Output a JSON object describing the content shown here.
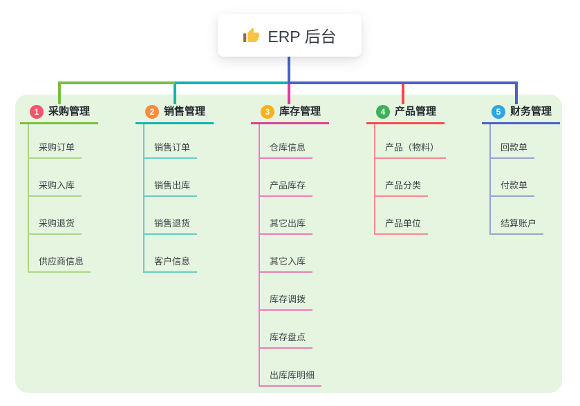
{
  "root": {
    "label": "ERP 后台",
    "icon": "thumbs-up-icon"
  },
  "colors": {
    "canvas_bg": "#ffffff",
    "panel_bg": "#e5f5e0",
    "root_connector": "#4b60c9",
    "root_text": "#363b46",
    "title_text": "#24282f",
    "child_text": "#3c4147",
    "thumb_yellow": "#f6c445",
    "thumb_cuff": "#8d6e3f"
  },
  "branches": [
    {
      "number": "1",
      "key": "purchase",
      "title": "采购管理",
      "badge_color": "#f4536b",
      "line_color": "#7cbd3f",
      "child_line_color": "#a9d785",
      "children": [
        "采购订单",
        "采购入库",
        "采购退货",
        "供应商信息"
      ]
    },
    {
      "number": "2",
      "key": "sales",
      "title": "销售管理",
      "badge_color": "#f98c3e",
      "line_color": "#14b3af",
      "child_line_color": "#68cdc7",
      "children": [
        "销售订单",
        "销售出库",
        "销售退货",
        "客户信息"
      ]
    },
    {
      "number": "3",
      "key": "inventory",
      "title": "库存管理",
      "badge_color": "#fcb01f",
      "line_color": "#dd3c9a",
      "child_line_color": "#ee7cbc",
      "children": [
        "仓库信息",
        "产品库存",
        "其它出库",
        "其它入库",
        "库存调拨",
        "库存盘点",
        "出库库明细"
      ]
    },
    {
      "number": "4",
      "key": "product",
      "title": "产品管理",
      "badge_color": "#3bb257",
      "line_color": "#f4494f",
      "child_line_color": "#f8898d",
      "children": [
        "产品（物料）",
        "产品分类",
        "产品单位"
      ]
    },
    {
      "number": "5",
      "key": "finance",
      "title": "财务管理",
      "badge_color": "#2aa7e4",
      "line_color": "#4b60c9",
      "child_line_color": "#94a4da",
      "children": [
        "回款单",
        "付款单",
        "结算账户"
      ]
    }
  ]
}
